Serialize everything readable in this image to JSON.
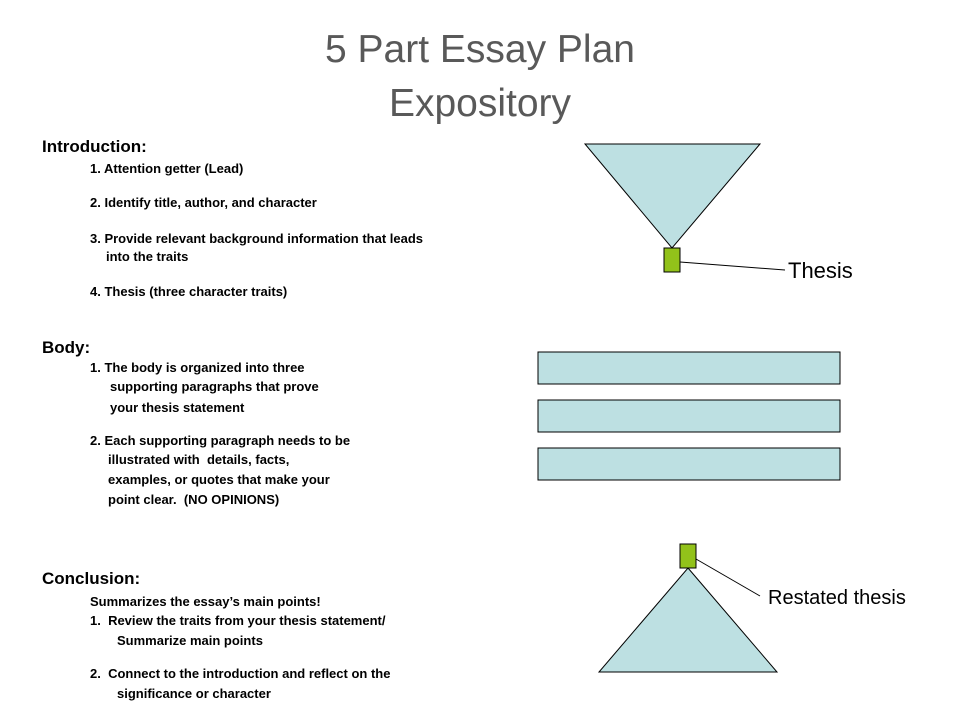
{
  "title": {
    "line1": "5 Part Essay Plan",
    "line2": "Expository"
  },
  "introduction": {
    "heading": "Introduction:",
    "items": [
      "1. Attention getter (Lead)",
      "2. Identify title, author, and character",
      "3. Provide relevant background information that leads",
      "into the traits",
      "4. Thesis (three character traits)"
    ]
  },
  "body": {
    "heading": "Body:",
    "items": [
      "1. The body is organized into three",
      "supporting paragraphs that prove",
      "your thesis statement",
      "2. Each supporting paragraph needs to be",
      "illustrated with  details, facts,",
      "examples, or quotes that make your",
      "point clear.  (NO OPINIONS)"
    ]
  },
  "conclusion": {
    "heading": "Conclusion:",
    "items": [
      "Summarizes the essay’s main points!",
      "1.  Review the traits from your thesis statement/",
      "Summarize main points",
      "2.  Connect to the introduction and reflect on the",
      "significance or character"
    ]
  },
  "diagram": {
    "thesis_label": "Thesis",
    "restated_label": "Restated thesis",
    "colors": {
      "shape_fill": "#bde0e2",
      "thesis_box": "#92c21a",
      "stroke": "#000000"
    }
  }
}
